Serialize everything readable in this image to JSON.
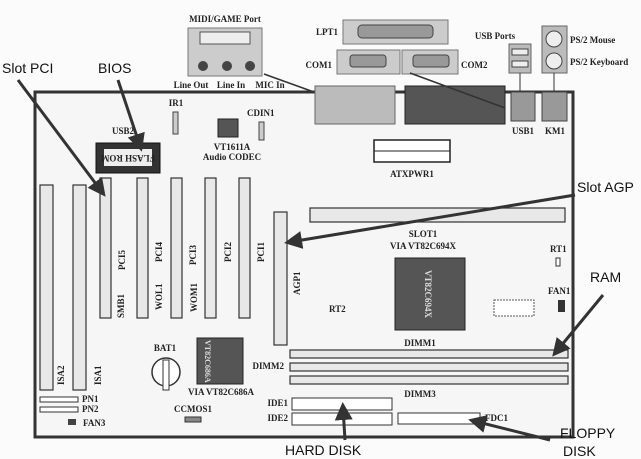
{
  "ports": {
    "midi_game": "MIDI/GAME Port",
    "line_out": "Line Out",
    "line_in": "Line In",
    "mic_in": "MIC In",
    "lpt1": "LPT1",
    "com1": "COM1",
    "com2": "COM2",
    "usb_ports": "USB Ports",
    "ps2_mouse": "PS/2 Mouse",
    "ps2_keyboard": "PS/2 Keyboard",
    "usb1": "USB1",
    "km1": "KM1"
  },
  "board": {
    "ir1": "IR1",
    "cdin1": "CDIN1",
    "usb2": "USB2",
    "bios_chip": "FLASH ROM",
    "audio_chip": "VT1611A",
    "audio_chip_desc": "Audio CODEC",
    "atxpwr1": "ATXPWR1",
    "isa2": "ISA2",
    "isa1": "ISA1",
    "pci5": "PCI5",
    "pci4": "PCI4",
    "pci3": "PCI3",
    "pci2": "PCI2",
    "pci1": "PCI1",
    "smb1": "SMB1",
    "wol1": "WOL1",
    "wom1": "WOM1",
    "agp1": "AGP1",
    "slot1": "SLOT1",
    "northbridge": "VIA VT82C694X",
    "northbridge_chip": "VT82C694X",
    "rt1": "RT1",
    "rt2": "RT2",
    "fan1": "FAN1",
    "dimm1": "DIMM1",
    "dimm2": "DIMM2",
    "dimm3": "DIMM3",
    "bat1": "BAT1",
    "southbridge": "VIA VT82C686A",
    "southbridge_chip": "VT82C686A",
    "pn1": "PN1",
    "pn2": "PN2",
    "fan3": "FAN3",
    "ccmos1": "CCMOS1",
    "ide1": "IDE1",
    "ide2": "IDE2",
    "fdc1": "FDC1"
  },
  "annotations": {
    "slot_pci": "Slot PCI",
    "bios": "BIOS",
    "slot_agp": "Slot AGP",
    "ram": "RAM",
    "hard_disk": "HARD DISK",
    "floppy_1": "FLOPPY",
    "floppy_2": "DISK"
  }
}
